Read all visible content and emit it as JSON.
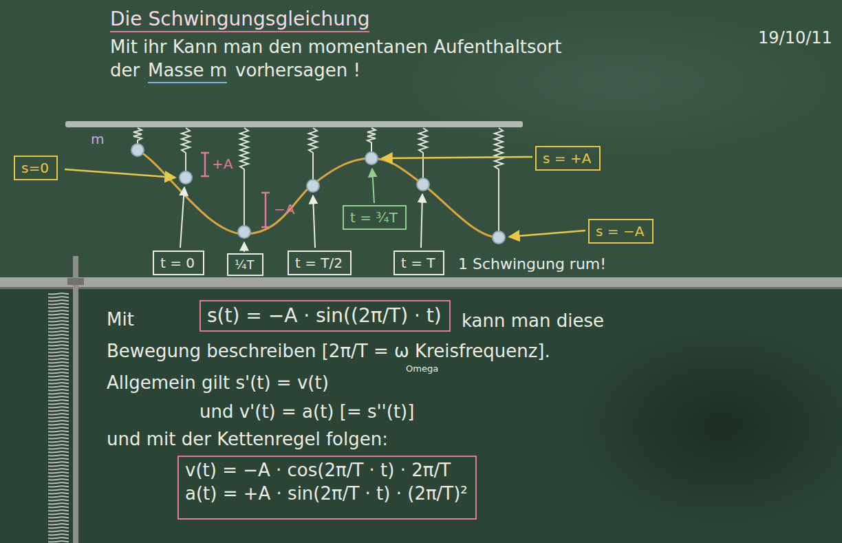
{
  "diagram": {
    "title": "Die Schwingungsgleichung",
    "nodes": [
      {
        "text": [
          "s=0"
        ]
      },
      {
        "text": [
          "s = +A"
        ]
      },
      {
        "text": [
          "t = ¾T"
        ]
      },
      {
        "text": [
          "s = −A"
        ]
      },
      {
        "text": [
          "t = 0"
        ]
      },
      {
        "text": [
          "¼T"
        ]
      },
      {
        "text": [
          "t = T/2"
        ]
      },
      {
        "text": [
          "t = T"
        ]
      },
      {
        "text": [
          "s(t) = −A · sin((2π/T) · t)"
        ]
      },
      {
        "text": [
          "v(t) = −A · cos(2π/T · t) · 2π/T",
          "a(t) = +A · sin(2π/T · t) · (2π/T)²"
        ]
      }
    ],
    "labels": [
      "Mit ihr Kann man den momentanen Aufenthaltsort",
      "der",
      "Masse m",
      "vorhersagen !",
      "19/10/11",
      "m",
      "+A",
      "−A",
      "1 Schwingung rum!",
      "Mit",
      "kann man diese",
      "Bewegung beschreiben [2π/T = ω Kreisfrequenz].",
      "Omega",
      "Allgemein gilt s'(t) = v(t)",
      "und v'(t) = a(t) [= s''(t)]",
      "und mit der Kettenregel folgen:"
    ]
  }
}
